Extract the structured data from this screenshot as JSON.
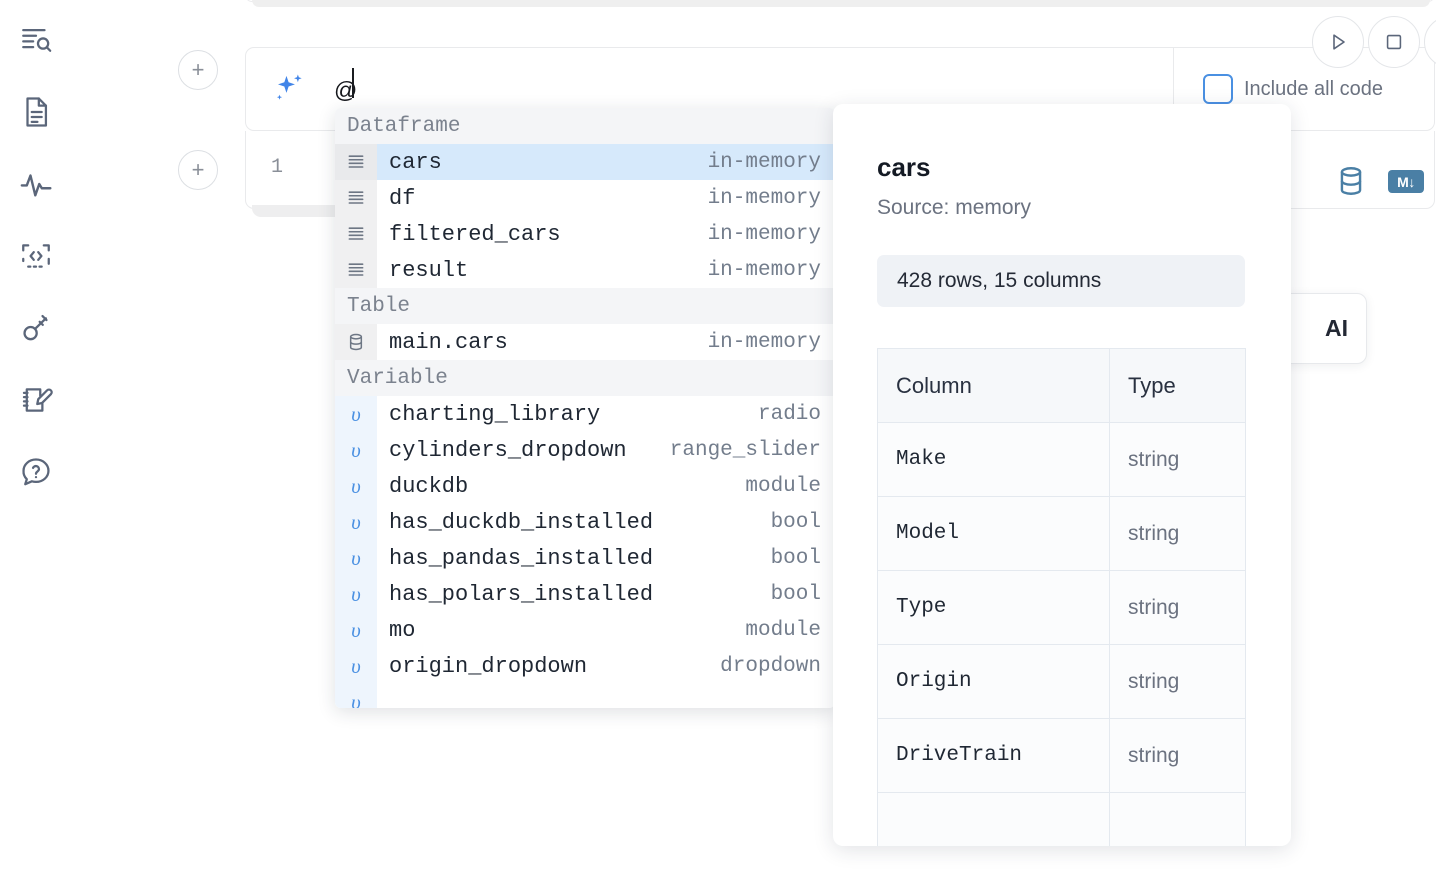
{
  "sidebar": {
    "items": [
      {
        "name": "outline-search-icon",
        "label": "Outline / Search"
      },
      {
        "name": "file-document-icon",
        "label": "Notebook file"
      },
      {
        "name": "activity-pulse-icon",
        "label": "Activity"
      },
      {
        "name": "code-brackets-icon",
        "label": "Snippets"
      },
      {
        "name": "key-icon",
        "label": "Secrets"
      },
      {
        "name": "notepad-edit-icon",
        "label": "Scratchpad"
      },
      {
        "name": "help-chat-icon",
        "label": "Help"
      }
    ]
  },
  "cell": {
    "add_above_label": "+",
    "add_below_label": "+",
    "ai_icon": "sparkles-icon",
    "prompt_value": "@",
    "prompt_placeholder": "",
    "line_number": "1",
    "run_icon": "play-icon",
    "stop_icon": "stop-icon",
    "database_icon": "database-icon",
    "markdown_badge": "M↓"
  },
  "toolbar": {
    "include_all_code_label": "Include all code",
    "include_all_code_checked": false,
    "checkbox_accent": "#4a90e2"
  },
  "hint_card": {
    "visible_text": "AI"
  },
  "autocomplete": {
    "groups": [
      {
        "name": "Dataframe",
        "items": [
          {
            "label": "cars",
            "meta": "in-memory",
            "icon": "dataframe-icon",
            "kind": "df",
            "selected": true
          },
          {
            "label": "df",
            "meta": "in-memory",
            "icon": "dataframe-icon",
            "kind": "df",
            "selected": false
          },
          {
            "label": "filtered_cars",
            "meta": "in-memory",
            "icon": "dataframe-icon",
            "kind": "df",
            "selected": false
          },
          {
            "label": "result",
            "meta": "in-memory",
            "icon": "dataframe-icon",
            "kind": "df",
            "selected": false
          }
        ]
      },
      {
        "name": "Table",
        "items": [
          {
            "label": "main.cars",
            "meta": "in-memory",
            "icon": "database-icon",
            "kind": "table",
            "selected": false
          }
        ]
      },
      {
        "name": "Variable",
        "items": [
          {
            "label": "charting_library",
            "meta": "radio",
            "icon": "variable-icon",
            "kind": "var",
            "selected": false
          },
          {
            "label": "cylinders_dropdown",
            "meta": "range_slider",
            "icon": "variable-icon",
            "kind": "var",
            "selected": false
          },
          {
            "label": "duckdb",
            "meta": "module",
            "icon": "variable-icon",
            "kind": "var",
            "selected": false
          },
          {
            "label": "has_duckdb_installed",
            "meta": "bool",
            "icon": "variable-icon",
            "kind": "var",
            "selected": false
          },
          {
            "label": "has_pandas_installed",
            "meta": "bool",
            "icon": "variable-icon",
            "kind": "var",
            "selected": false
          },
          {
            "label": "has_polars_installed",
            "meta": "bool",
            "icon": "variable-icon",
            "kind": "var",
            "selected": false
          },
          {
            "label": "mo",
            "meta": "module",
            "icon": "variable-icon",
            "kind": "var",
            "selected": false
          },
          {
            "label": "origin_dropdown",
            "meta": "dropdown",
            "icon": "variable-icon",
            "kind": "var",
            "selected": false
          }
        ]
      }
    ],
    "selected_highlight": "#d6e9fb"
  },
  "preview": {
    "title": "cars",
    "source_label": "Source: memory",
    "shape_label": "428 rows, 15 columns",
    "table": {
      "headers": [
        "Column",
        "Type"
      ],
      "rows": [
        {
          "column": "Make",
          "type": "string"
        },
        {
          "column": "Model",
          "type": "string"
        },
        {
          "column": "Type",
          "type": "string"
        },
        {
          "column": "Origin",
          "type": "string"
        },
        {
          "column": "DriveTrain",
          "type": "string"
        }
      ]
    }
  }
}
